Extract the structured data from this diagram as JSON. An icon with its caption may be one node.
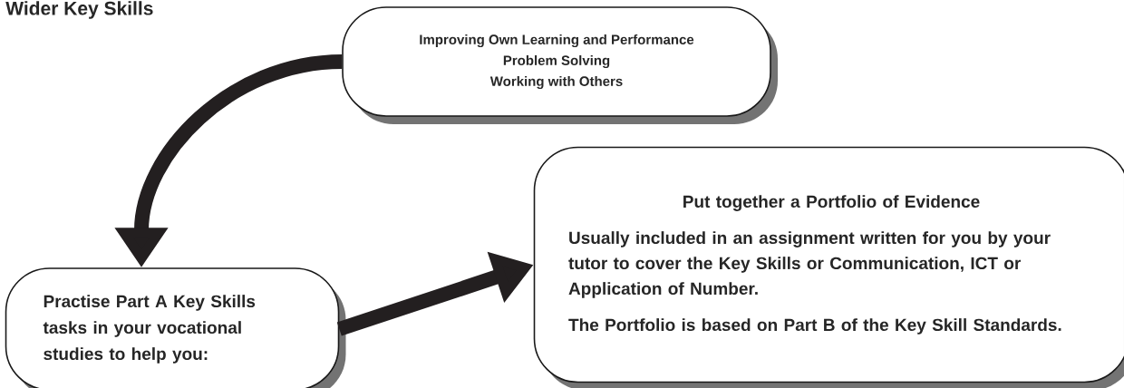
{
  "diagram": {
    "title": "Wider Key Skills",
    "nodes": [
      {
        "text": [
          "Improving Own Learning and Performance",
          "Problem Solving",
          "Working with Others"
        ]
      },
      {
        "text": [
          "Practise Part A Key Skills tasks in your vocational studies to help you:"
        ]
      },
      {
        "text": [
          "Put together a **Portfolio of Evidence**",
          "Usually included in an assignment written for you by your tutor to cover the Key Skills or Communication, ICT or Application of Number.",
          "The Portfolio is based on Part B of the Key Skill Standards."
        ]
      }
    ],
    "edges": [
      {
        "from": 0,
        "to": 1,
        "arrow": "to"
      },
      {
        "from": 1,
        "to": 2,
        "arrow": "to"
      }
    ]
  }
}
